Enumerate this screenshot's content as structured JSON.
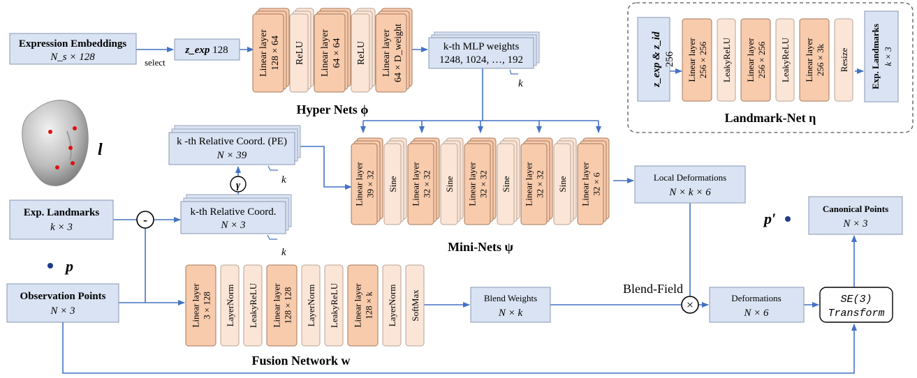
{
  "hyper_nets": {
    "input_box": {
      "title": "Expression Embeddings",
      "dim": "N_s × 128"
    },
    "select_label": "select",
    "z_box": {
      "var": "z_exp",
      "dim": "128"
    },
    "layers": [
      {
        "kind": "linear",
        "name": "Linear layer",
        "dim": "128 × 64"
      },
      {
        "kind": "activation",
        "name": "ReLU"
      },
      {
        "kind": "linear",
        "name": "Linear layer",
        "dim": "64 × 64"
      },
      {
        "kind": "activation",
        "name": "ReLU"
      },
      {
        "kind": "linear",
        "name": "Linear layer",
        "dim": "64 × D_weight"
      }
    ],
    "output_box": {
      "title": "k-th MLP weights",
      "dims": "1248, 1024, …, 192"
    },
    "stack_label": "k",
    "title": "Hyper Nets ϕ"
  },
  "landmark_net": {
    "input": {
      "var": "z_exp & z_id",
      "dim": "256"
    },
    "layers": [
      {
        "kind": "linear",
        "name": "Linear layer",
        "dim": "256 × 256"
      },
      {
        "kind": "activation",
        "name": "LeakyReLU"
      },
      {
        "kind": "linear",
        "name": "Linear layer",
        "dim": "256 × 256"
      },
      {
        "kind": "activation",
        "name": "LeakyReLU"
      },
      {
        "kind": "linear",
        "name": "Linear layer",
        "dim": "256 × 3k"
      },
      {
        "kind": "activation",
        "name": "Resize"
      }
    ],
    "output": {
      "title": "Exp. Landmarks",
      "dim": "k × 3"
    },
    "title": "Landmark-Net η"
  },
  "face": {
    "label": "l"
  },
  "relative_pe": {
    "title": "k -th Relative Coord. (PE)",
    "dim": "N × 39",
    "stack_label": "k"
  },
  "gamma_label": "γ",
  "relative": {
    "title": "k-th Relative Coord.",
    "dim": "N × 3",
    "stack_label": "k"
  },
  "minus_symbol": "-",
  "exp_landmarks": {
    "title": "Exp. Landmarks",
    "dim": "k × 3"
  },
  "mini_nets": {
    "layers": [
      {
        "kind": "linear",
        "name": "Linear layer",
        "dim": "39 × 32"
      },
      {
        "kind": "activation",
        "name": "Sine"
      },
      {
        "kind": "linear",
        "name": "Linear layer",
        "dim": "32 × 32"
      },
      {
        "kind": "activation",
        "name": "Sine"
      },
      {
        "kind": "linear",
        "name": "Linear layer",
        "dim": "32 × 32"
      },
      {
        "kind": "activation",
        "name": "Sine"
      },
      {
        "kind": "linear",
        "name": "Linear layer",
        "dim": "32 × 32"
      },
      {
        "kind": "activation",
        "name": "Sine"
      },
      {
        "kind": "linear",
        "name": "Linear layer",
        "dim": "32 × 6"
      }
    ],
    "title": "Mini-Nets ψ"
  },
  "local_deformations": {
    "title": "Local Deformations",
    "dim": "N × k × 6"
  },
  "p_label": "p",
  "p_prime_label": "p′",
  "canonical_points": {
    "title": "Canonical Points",
    "dim": "N × 3"
  },
  "observation_points": {
    "title": "Observation Points",
    "dim": "N × 3"
  },
  "fusion": {
    "layers": [
      {
        "kind": "linear",
        "name": "Linear layer",
        "dim": "3 × 128"
      },
      {
        "kind": "activation",
        "name": "LayerNorm"
      },
      {
        "kind": "activation",
        "name": "LeakyReLU"
      },
      {
        "kind": "linear",
        "name": "Linear layer",
        "dim": "128 × 128"
      },
      {
        "kind": "activation",
        "name": "LayerNorm"
      },
      {
        "kind": "activation",
        "name": "LeakyReLU"
      },
      {
        "kind": "linear",
        "name": "Linear layer",
        "dim": "128 × k"
      },
      {
        "kind": "activation",
        "name": "LayerNorm"
      },
      {
        "kind": "activation",
        "name": "SoftMax"
      }
    ],
    "title": "Fusion Network w"
  },
  "blend_weights": {
    "title": "Blend Weights",
    "dim": "N × k"
  },
  "blend_field_label": "Blend-Field",
  "times_symbol": "×",
  "deformations": {
    "title": "Deformations",
    "dim": "N × 6"
  },
  "transform": {
    "line1": "SE(3)",
    "line2": "Transform"
  }
}
